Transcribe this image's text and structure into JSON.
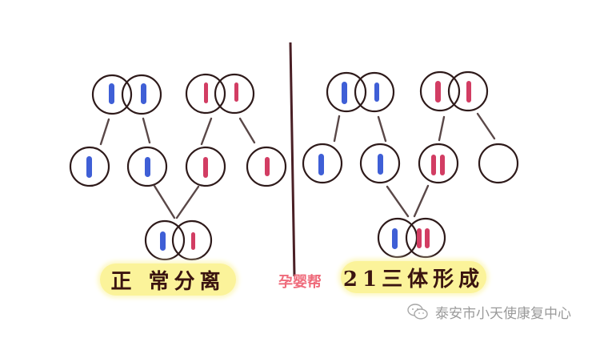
{
  "panels": {
    "left": {
      "title": "正 常分离",
      "parents": [
        {
          "id": "father",
          "chromosomes": [
            "blue",
            "blue"
          ]
        },
        {
          "id": "mother",
          "chromosomes": [
            "red",
            "red"
          ]
        }
      ],
      "gametes": [
        {
          "chromosomes": [
            "blue"
          ]
        },
        {
          "chromosomes": [
            "blue"
          ]
        },
        {
          "chromosomes": [
            "red"
          ]
        },
        {
          "chromosomes": [
            "red"
          ]
        }
      ],
      "zygote": {
        "chromosomes": [
          "blue",
          "red"
        ]
      }
    },
    "right": {
      "title": "21三体形成",
      "parents": [
        {
          "id": "father",
          "chromosomes": [
            "blue",
            "blue"
          ]
        },
        {
          "id": "mother",
          "chromosomes": [
            "red",
            "red"
          ]
        }
      ],
      "gametes": [
        {
          "chromosomes": [
            "blue"
          ]
        },
        {
          "chromosomes": [
            "blue"
          ]
        },
        {
          "chromosomes": [
            "red",
            "red"
          ]
        },
        {
          "chromosomes": []
        }
      ],
      "zygote": {
        "chromosomes": [
          "blue",
          "red",
          "red"
        ]
      }
    }
  },
  "center_watermark": "孕婴帮",
  "source": {
    "icon": "wechat-icon",
    "text": "泰安市小天使康复中心"
  },
  "colors": {
    "blue_chromosome": "#3f5fd6",
    "red_chromosome": "#d23d63",
    "outline": "#2e1a1a",
    "divider": "#4a1f25",
    "label_band": "#fbf39a",
    "watermark": "#ef6b7b"
  }
}
